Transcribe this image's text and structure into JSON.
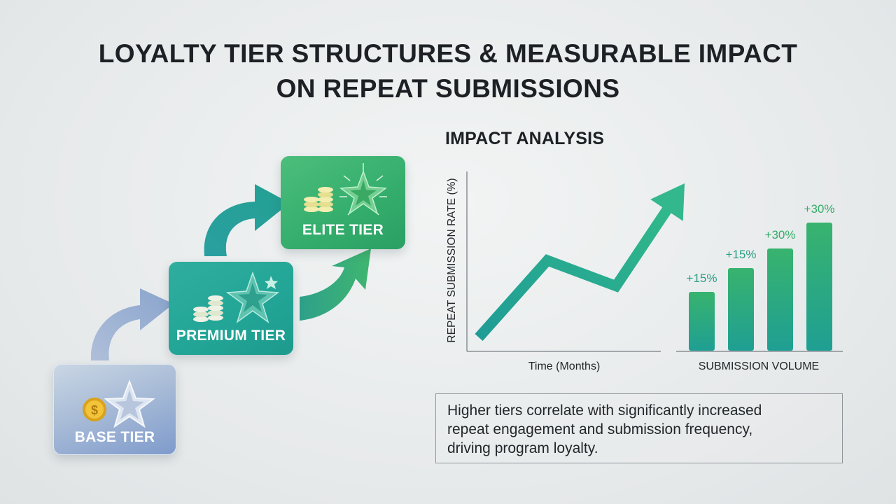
{
  "title": {
    "line1": "LOYALTY TIER STRUCTURES & MEASURABLE IMPACT",
    "line2": "ON REPEAT SUBMISSIONS"
  },
  "tiers": [
    {
      "label": "BASE TIER",
      "icons": [
        "coin-icon",
        "star-icon"
      ]
    },
    {
      "label": "PREMIUM TIER",
      "icons": [
        "coin-stack-icon",
        "star-icon"
      ]
    },
    {
      "label": "ELITE TIER",
      "icons": [
        "coin-stack-icon",
        "star-icon"
      ]
    }
  ],
  "impact": {
    "heading": "IMPACT ANALYSIS"
  },
  "chart_data": [
    {
      "type": "line",
      "ylabel": "REPEAT SUBMISSION RATE (%)",
      "xlabel": "Time (Months)",
      "x": [
        0,
        1,
        2,
        3
      ],
      "values": [
        1,
        5.5,
        4,
        10
      ],
      "grid": false,
      "note": "no numeric ticks shown; relative trend with arrowhead"
    },
    {
      "type": "bar",
      "xlabel": "SUBMISSION VOLUME",
      "categories": [
        "",
        "",
        "",
        ""
      ],
      "values": [
        84,
        118,
        146,
        183
      ],
      "data_labels": [
        "+15%",
        "+15%",
        "+30%",
        "+30%"
      ],
      "grid": false
    }
  ],
  "note": {
    "line1": "Higher tiers correlate with significantly increased",
    "line2": "repeat engagement and submission frequency,",
    "line3": "driving program loyalty."
  },
  "colors": {
    "teal": "#1fa496",
    "green": "#3bb46e",
    "base_blue": "#8fa8d2"
  }
}
